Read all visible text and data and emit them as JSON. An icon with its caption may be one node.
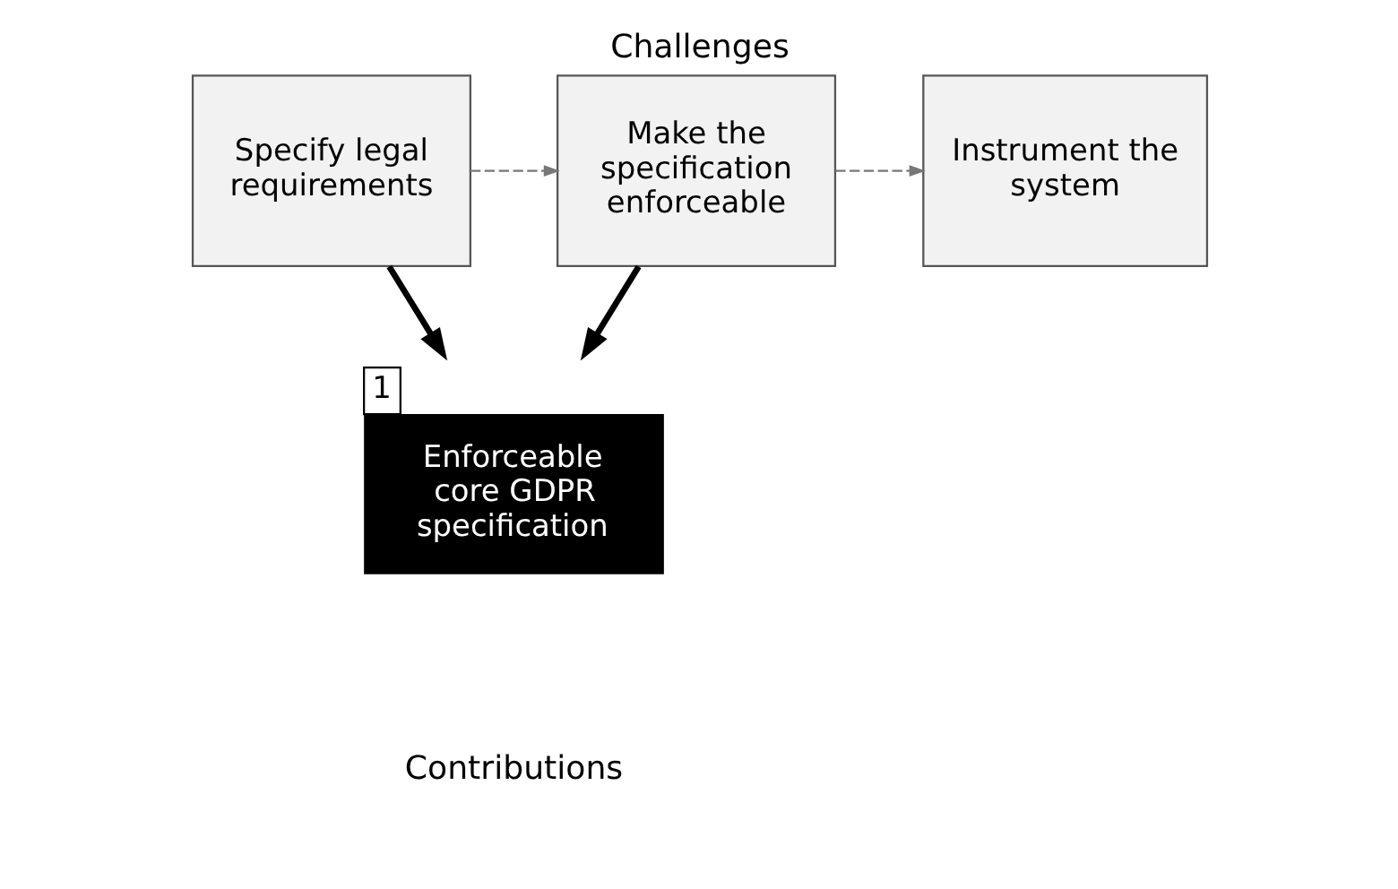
{
  "diagram": {
    "title": "Challenges",
    "caption": "Contributions",
    "nodes": [
      {
        "text": [
          "Specify legal requirements"
        ]
      },
      {
        "text": [
          "Make the specification enforceable"
        ]
      },
      {
        "text": [
          "Instrument the system"
        ]
      },
      {
        "text": [
          "Enforceable core GDPR specification"
        ],
        "beside": [
          "1"
        ]
      }
    ],
    "edges": [
      {
        "from": 0,
        "to": 1,
        "arrow": "to",
        "style": "dashed",
        "color": "#777777"
      },
      {
        "from": 1,
        "to": 2,
        "arrow": "to",
        "style": "dashed",
        "color": "#777777"
      },
      {
        "from": 0,
        "to": 3,
        "arrow": "to",
        "style": "thick",
        "color": "#000000"
      },
      {
        "from": 1,
        "to": 3,
        "arrow": "to",
        "style": "thick",
        "color": "#000000"
      }
    ]
  }
}
